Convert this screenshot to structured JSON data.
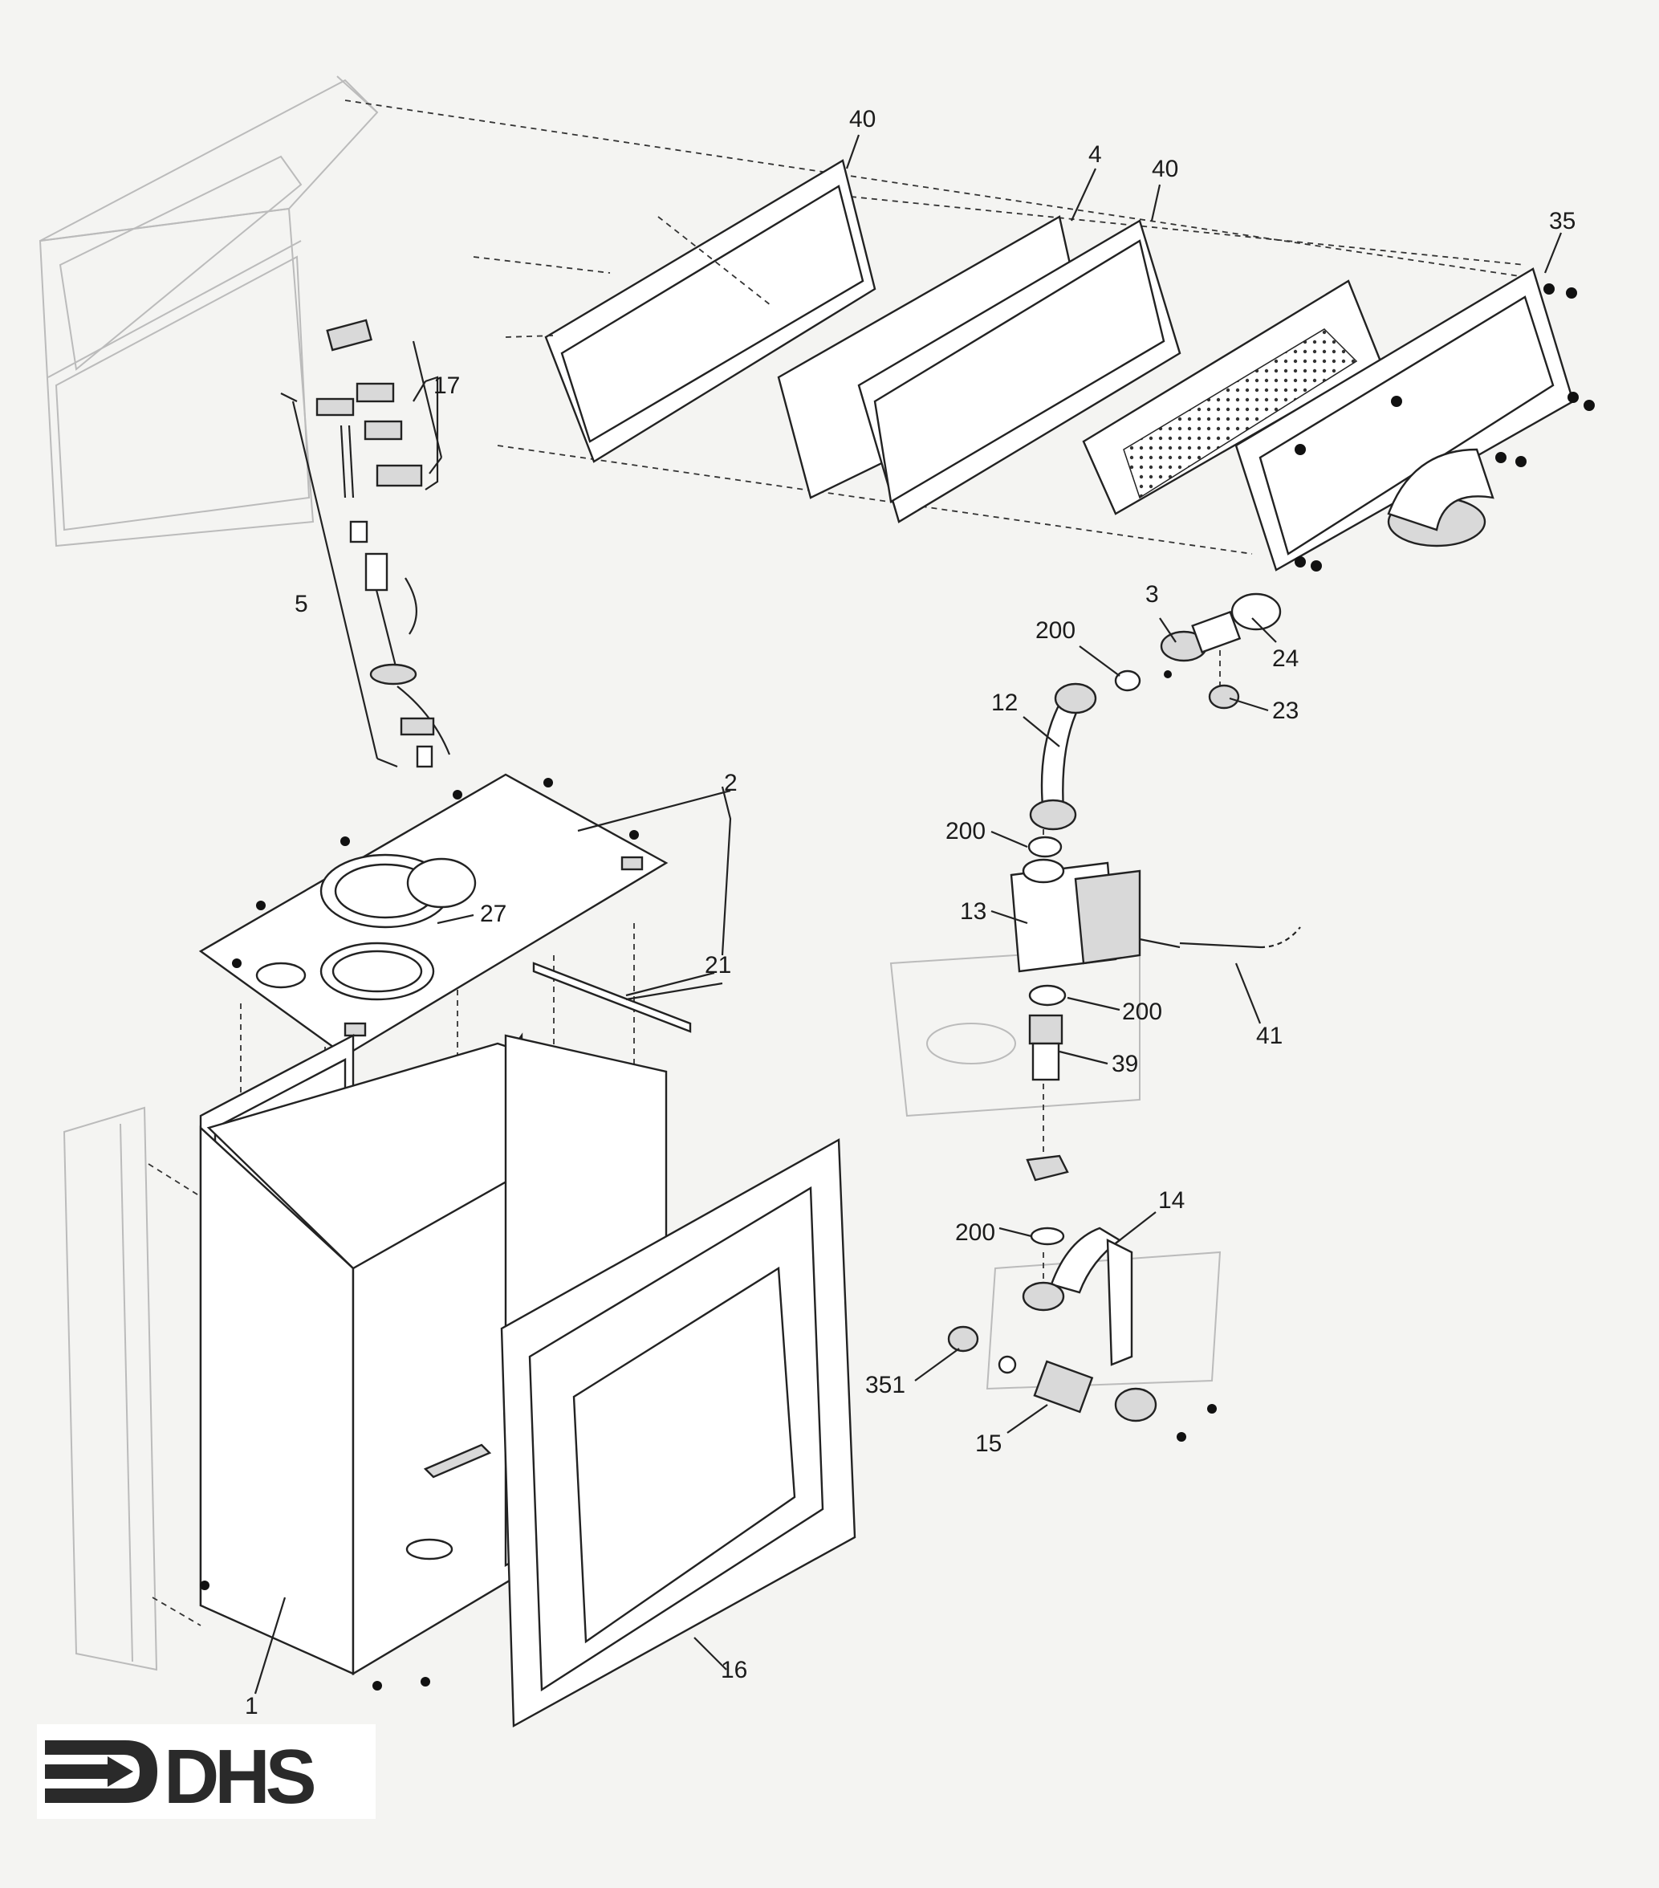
{
  "diagram": {
    "part_labels": {
      "p1": "1",
      "p2": "2",
      "p3": "3",
      "p4": "4",
      "p5": "5",
      "p12": "12",
      "p13": "13",
      "p14": "14",
      "p15": "15",
      "p16": "16",
      "p17": "17",
      "p21": "21",
      "p23": "23",
      "p24": "24",
      "p27": "27",
      "p35": "35",
      "p39": "39",
      "p40a": "40",
      "p40b": "40",
      "p41": "41",
      "p200a": "200",
      "p200b": "200",
      "p200c": "200",
      "p200d": "200",
      "p351": "351"
    },
    "logo": {
      "text": "DHS",
      "icon": "arrow-into-bracket-icon",
      "color": "#2a2a2a"
    },
    "colors": {
      "line": "#222222",
      "ghost": "#bbbbbb",
      "paper": "#f4f4f2"
    }
  }
}
